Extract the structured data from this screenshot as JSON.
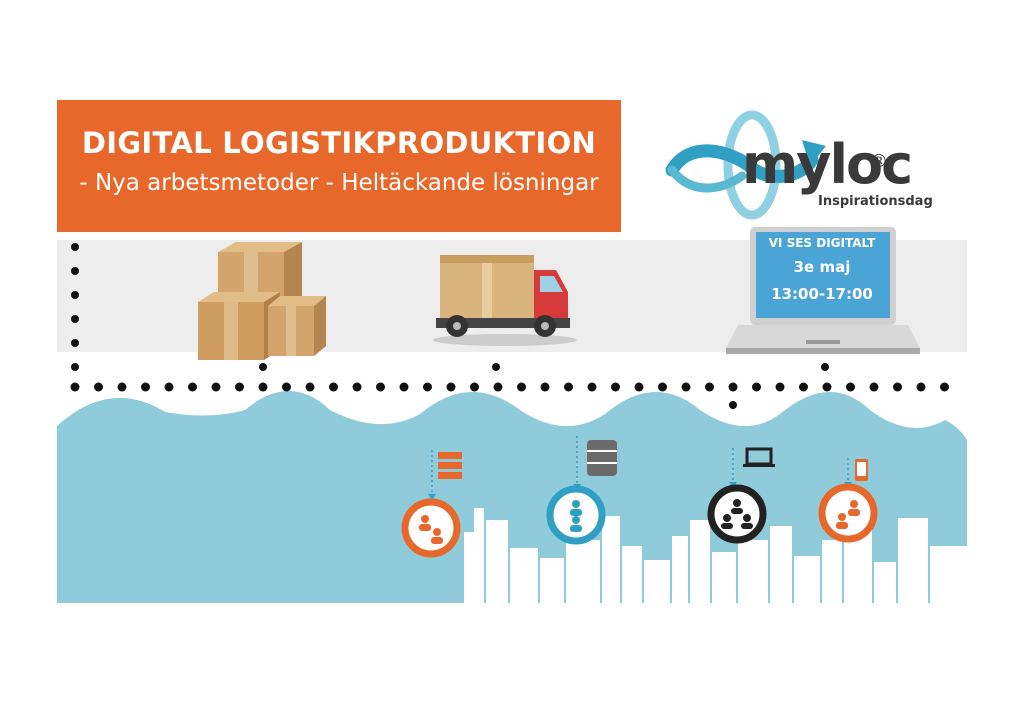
{
  "banner": {
    "title": "DIGITAL LOGISTIKPRODUKTION",
    "subtitle": "- Nya arbetsmetoder - Heltäckande lösningar"
  },
  "logo": {
    "name": "myloc",
    "registered": "®",
    "tagline": "Inspirationsdag"
  },
  "laptop_screen": {
    "line1": "VI SES DIGITALT",
    "line2": "3e maj",
    "line3": "13:00-17:00"
  },
  "icons": {
    "boxes": "cardboard-boxes-icon",
    "truck": "delivery-truck-icon",
    "laptop": "laptop-icon",
    "server": "server-rack-icon",
    "database": "database-icon",
    "small_laptop": "laptop-icon",
    "phone": "smartphone-icon",
    "people": "people-group-icon"
  },
  "colors": {
    "orange": "#e8682b",
    "sky": "#8fcbdb",
    "teal": "#2f9fc4",
    "dark": "#222222",
    "band": "#ededed",
    "screen": "#4aa5d6"
  }
}
